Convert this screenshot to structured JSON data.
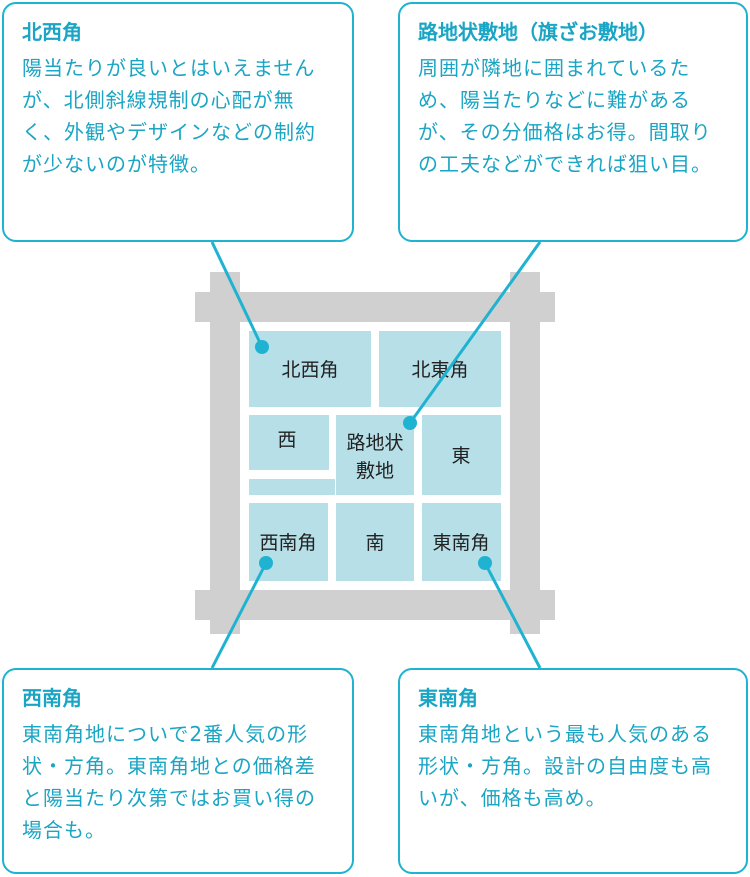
{
  "cards": {
    "northwest": {
      "title": "北西角",
      "body": "陽当たりが良いとはいえませんが、北側斜線規制の心配が無く、外観やデザインなどの制約が少ないのが特徴。"
    },
    "flag": {
      "title": "路地状敷地（旗ざお敷地）",
      "body": "周囲が隣地に囲まれているため、陽当たりなどに難があるが、その分価格はお得。間取りの工夫などができれば狙い目。"
    },
    "southwest": {
      "title": "西南角",
      "body": "東南角地についで2番人気の形状・方角。東南角地との価格差と陽当たり次第ではお買い得の場合も。"
    },
    "southeast": {
      "title": "東南角",
      "body": "東南角地という最も人気のある形状・方角。設計の自由度も高いが、価格も高め。"
    }
  },
  "lots": {
    "northwest": "北西角",
    "northeast": "北東角",
    "west": "西",
    "flag_line1": "路地状",
    "flag_line2": "敷地",
    "east": "東",
    "southwest": "西南角",
    "south": "南",
    "southeast": "東南角"
  },
  "colors": {
    "accent": "#1fb3d1",
    "road": "#d0d0d0",
    "lot": "#b6dfe8",
    "text": "#222222"
  }
}
